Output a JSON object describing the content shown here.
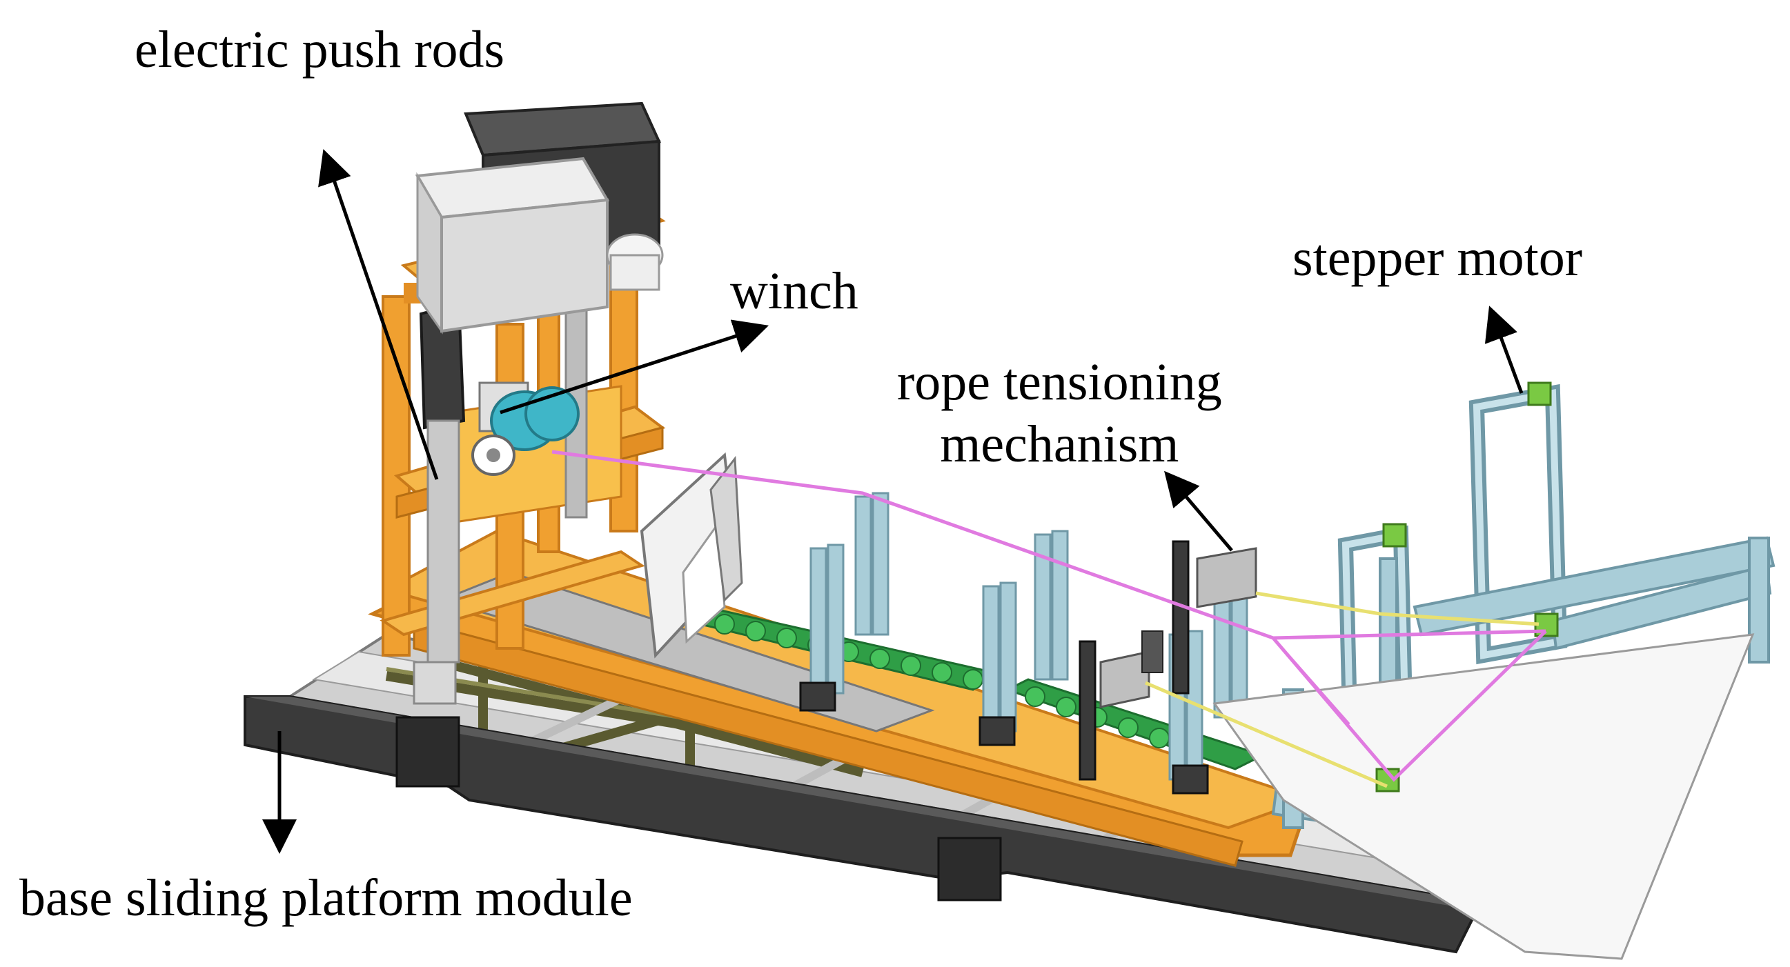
{
  "labels": {
    "electric_push_rods": "electric push rods",
    "winch": "winch",
    "stepper_motor": "stepper motor",
    "rope_tensioning_line1": "rope tensioning",
    "rope_tensioning_line2": "mechanism",
    "base_sliding_platform_module": "base sliding platform module"
  },
  "colors": {
    "background": "#ffffff",
    "label_text": "#000000",
    "arrow": "#000000",
    "frame_orange": "#f0a030",
    "frame_orange_dark": "#c97a1a",
    "base_dark": "#3a3a3a",
    "undercarriage_olive": "#6b6b3a",
    "profile_blue": "#a9cdd8",
    "profile_blue_dark": "#6f98a6",
    "rope_magenta": "#e07ae0",
    "rope_yellow": "#e8e070",
    "roller_green": "#2f9e46",
    "motor_green": "#7ac943",
    "box_grey": "#d9d9d9",
    "winch_cyan": "#3fb6c8"
  }
}
